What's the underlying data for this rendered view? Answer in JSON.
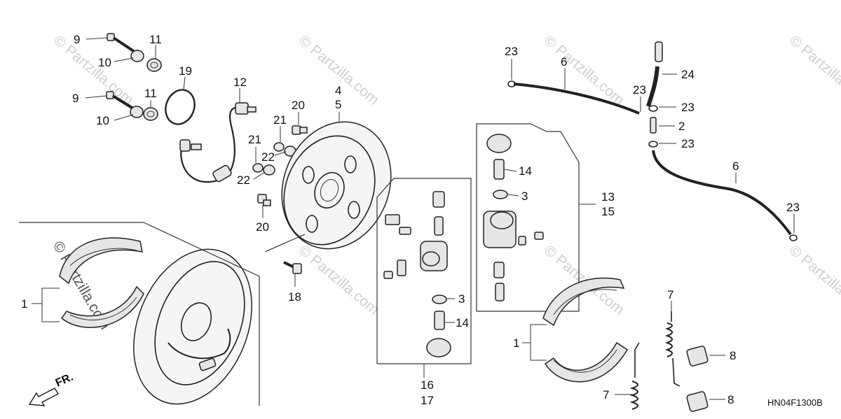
{
  "diagram": {
    "code": "HN04F1300B",
    "front_arrow_label": "FR.",
    "watermark": "© Partzilla.com",
    "callouts": {
      "c1a": "1",
      "c1b": "1",
      "c2": "2",
      "c3a": "3",
      "c3b": "3",
      "c4": "4",
      "c5": "5",
      "c6a": "6",
      "c6b": "6",
      "c7a": "7",
      "c7b": "7",
      "c8a": "8",
      "c8b": "8",
      "c9a": "9",
      "c9b": "9",
      "c10a": "10",
      "c10b": "10",
      "c11a": "11",
      "c11b": "11",
      "c12": "12",
      "c13": "13",
      "c15": "15",
      "c14a": "14",
      "c14b": "14",
      "c16": "16",
      "c17": "17",
      "c18": "18",
      "c19": "19",
      "c20a": "20",
      "c20b": "20",
      "c21a": "21",
      "c21b": "21",
      "c22a": "22",
      "c22b": "22",
      "c23a": "23",
      "c23b": "23",
      "c23c": "23",
      "c23d": "23",
      "c23e": "23",
      "c24": "24"
    }
  }
}
